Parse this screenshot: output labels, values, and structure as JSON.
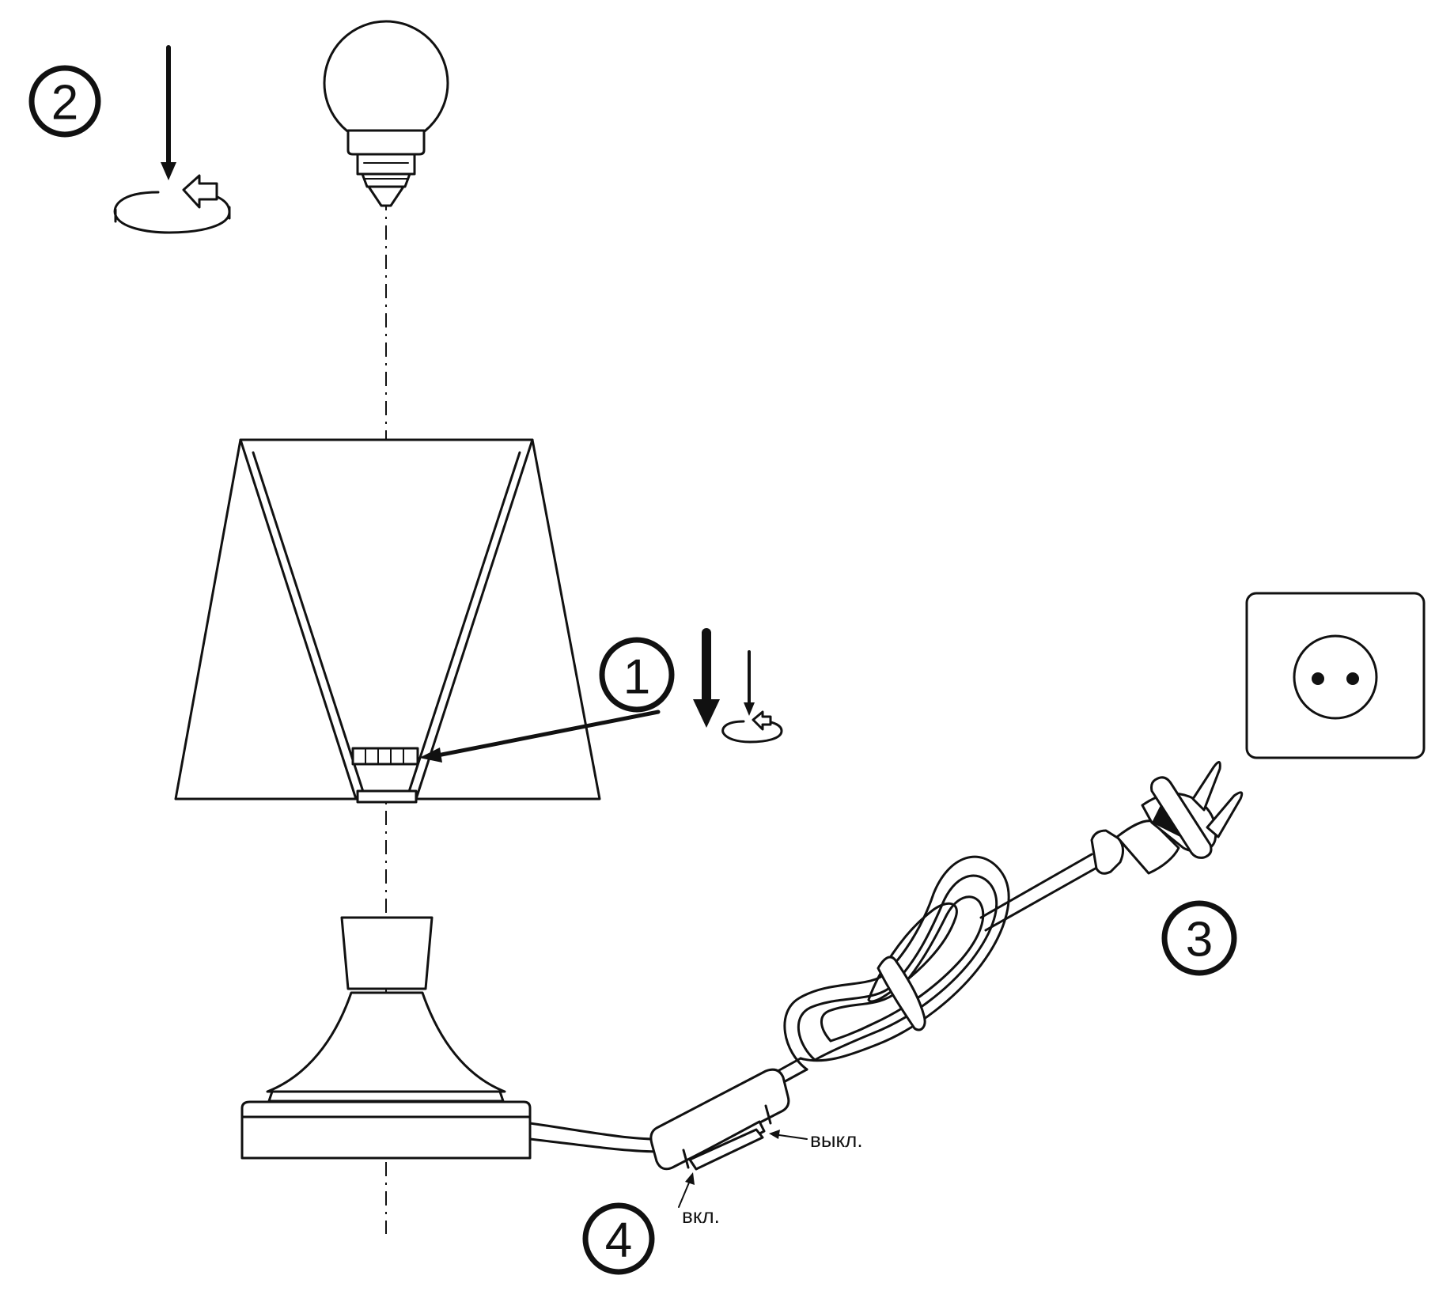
{
  "steps": {
    "step1": "1",
    "step2": "2",
    "step3": "3",
    "step4": "4"
  },
  "switch_labels": {
    "off": "выкл.",
    "on": "вкл."
  },
  "colors": {
    "line": "#111111",
    "background": "#ffffff"
  }
}
